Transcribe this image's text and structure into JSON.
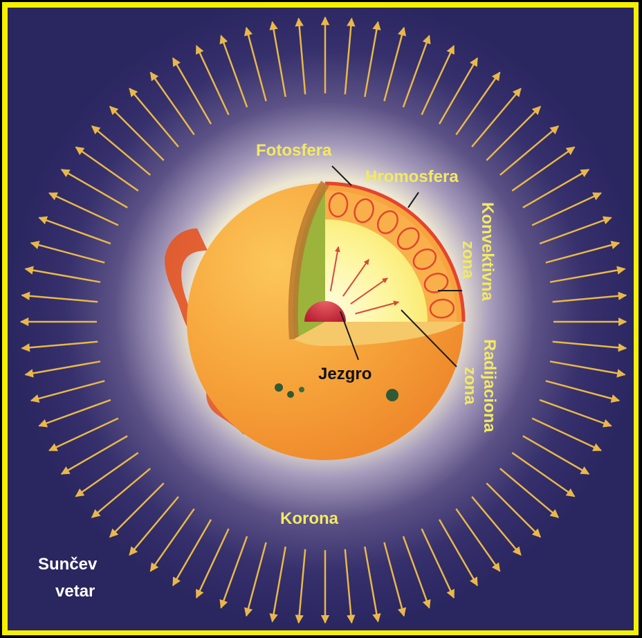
{
  "labels": {
    "fotosfera": "Fotosfera",
    "hromosfera": "Hromosfera",
    "konvektivna_line1": "Konvektivna",
    "konvektivna_line2": "zona",
    "radijaciona_line1": "Radijaciona",
    "radijaciona_line2": "zona",
    "jezgro": "Jezgro",
    "korona": "Korona",
    "suncev_line1": "Sunčev",
    "suncev_line2": "vetar"
  },
  "colors": {
    "frame": "#f3f000",
    "space": "#2e2a63",
    "corona_glow": "#f4f0d8",
    "sun_surface": "#f6a33a",
    "arrow": "#e9b84a",
    "label_yellow": "#f2ea62",
    "label_white": "#ffffff",
    "core": "#c9283a"
  }
}
